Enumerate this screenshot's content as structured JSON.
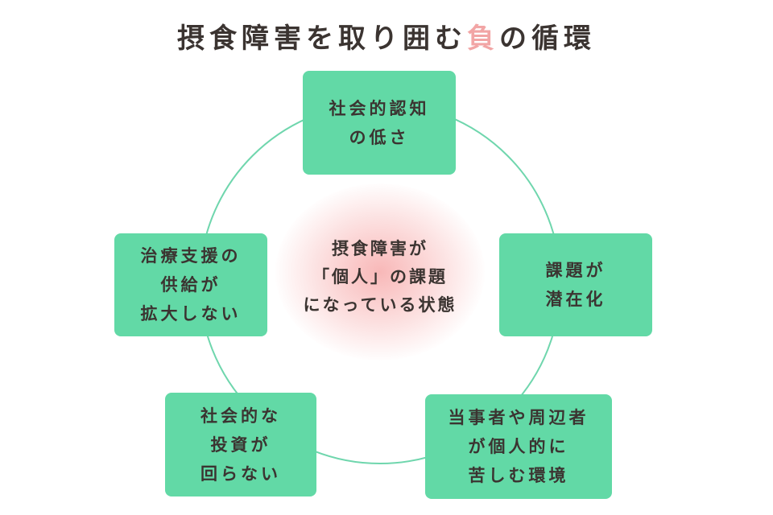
{
  "title": {
    "before": "摂食障害を取り囲む",
    "highlight": "負",
    "after": "の循環"
  },
  "center": {
    "lines": [
      "摂食障害が",
      "「個人」の課題",
      "になっている状態"
    ]
  },
  "nodes": [
    {
      "label": "社会的認知\nの低さ"
    },
    {
      "label": "課題が\n潜在化"
    },
    {
      "label": "当事者や周辺者\nが個人的に\n苦しむ環境"
    },
    {
      "label": "社会的な\n投資が\n回らない"
    },
    {
      "label": "治療支援の\n供給が\n拡大しない"
    }
  ],
  "colors": {
    "box": "#62d9a6",
    "ring": "#6fd6ad",
    "highlight": "#f2a5a5",
    "text": "#3b3431"
  }
}
